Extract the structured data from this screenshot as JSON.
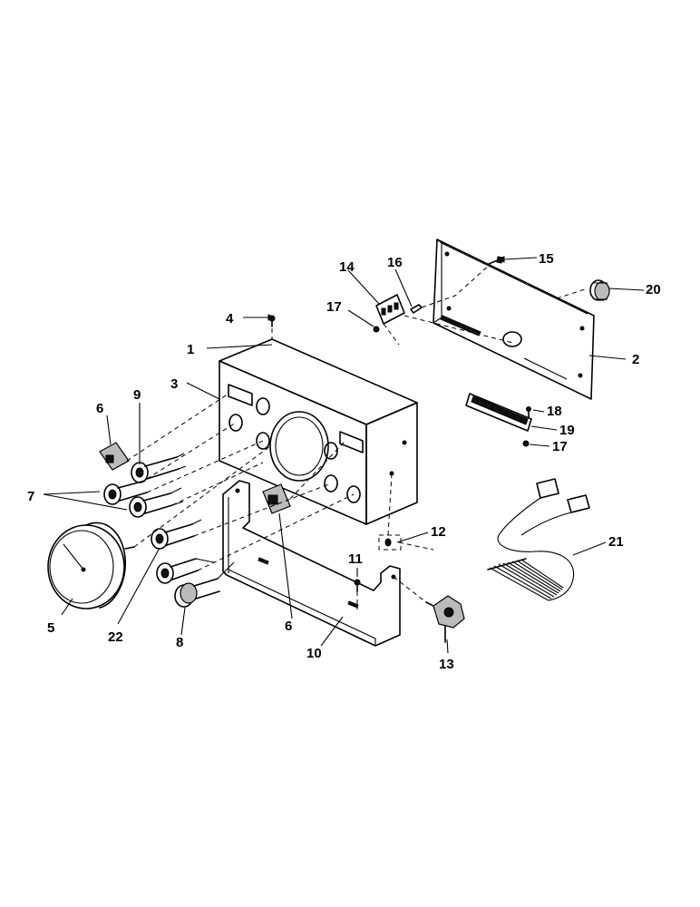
{
  "labels": {
    "1": "1",
    "2": "2",
    "3": "3",
    "4": "4",
    "5": "5",
    "6": "6",
    "7": "7",
    "8": "8",
    "9": "9",
    "10": "10",
    "11": "11",
    "12": "12",
    "13": "13",
    "14": "14",
    "15": "15",
    "16": "16",
    "17": "17",
    "18": "18",
    "19": "19",
    "20": "20",
    "21": "21",
    "22": "22"
  }
}
